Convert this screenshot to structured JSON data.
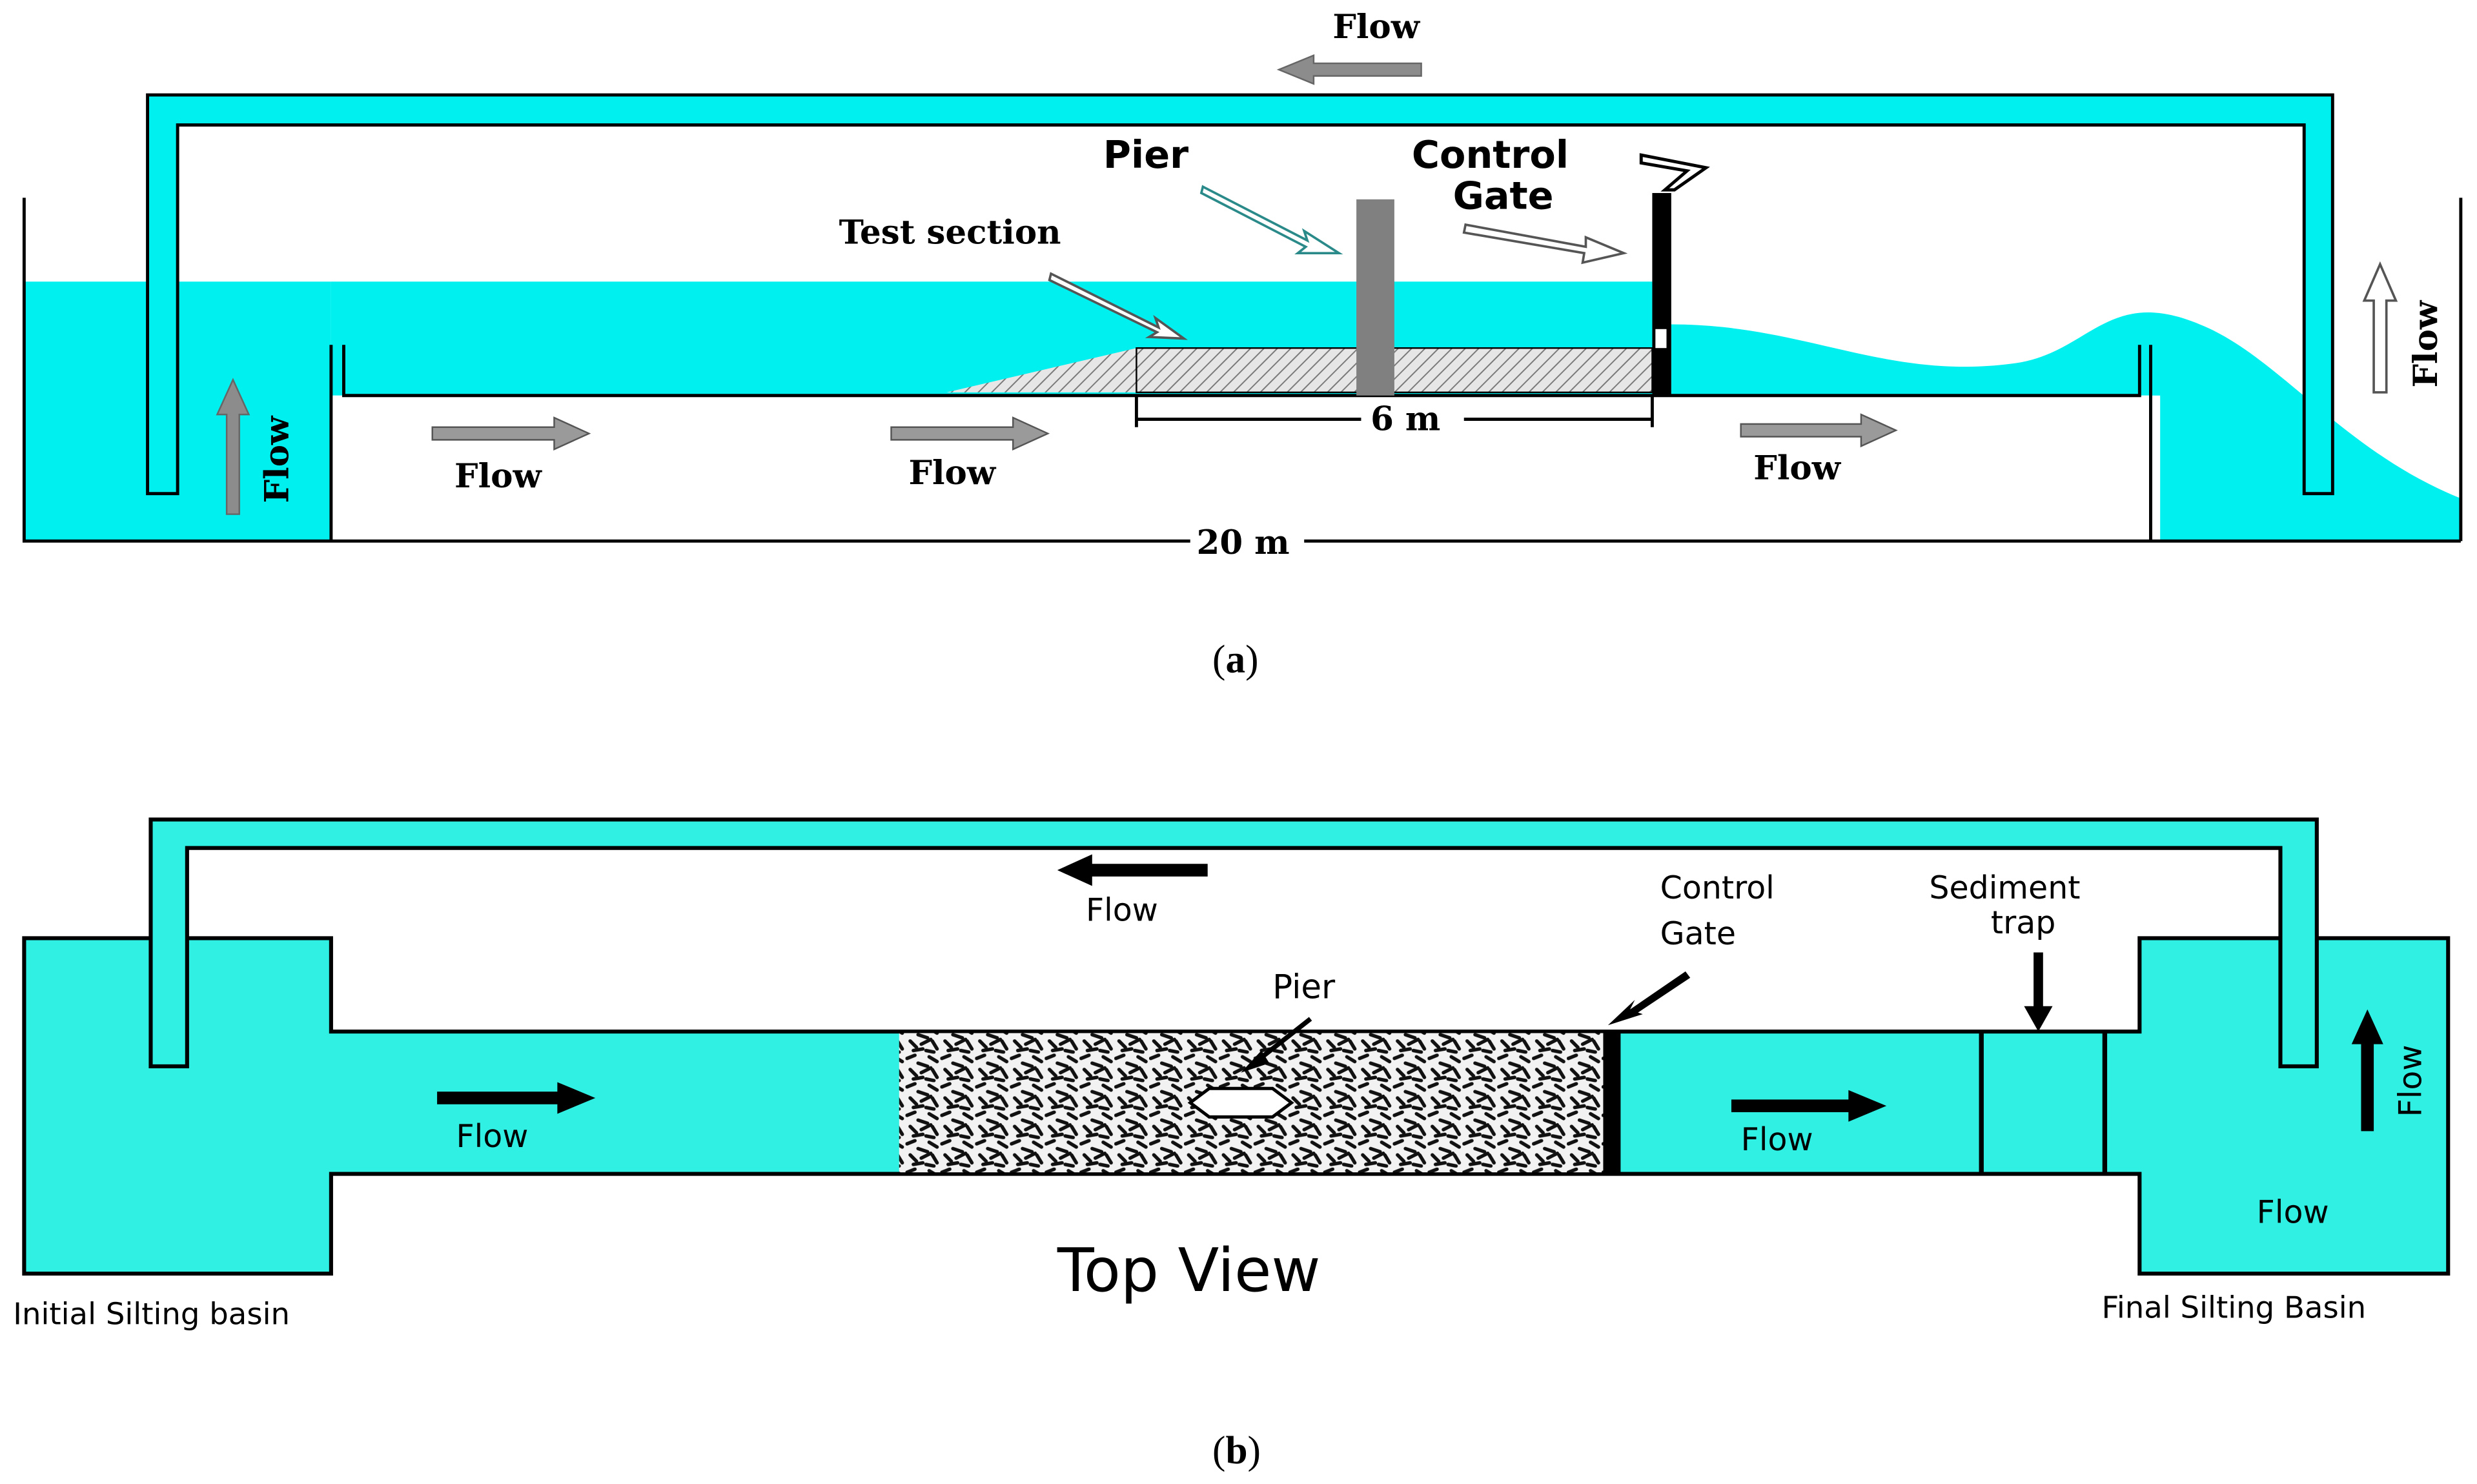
{
  "colors": {
    "water": "#00f0f0",
    "water_b": "#2ff0e2",
    "outline": "#000000",
    "arrow_gray": "#8c8c8c",
    "pier_gray": "#808080"
  },
  "side_view": {
    "flow_top": "Flow",
    "flow_left": "Flow",
    "flow_right": "Flow",
    "flow_channel_1": "Flow",
    "flow_channel_2": "Flow",
    "flow_channel_3": "Flow",
    "pier_label": "Pier",
    "control_gate_line1": "Control",
    "control_gate_line2": "Gate",
    "test_section_label": "Test section",
    "dim_test_section": "6 m",
    "dim_total": "20 m",
    "caption_letter": "a"
  },
  "top_view": {
    "flow_return": "Flow",
    "flow_channel_left": "Flow",
    "flow_channel_right": "Flow",
    "flow_final_vertical": "Flow",
    "flow_final_basin": "Flow",
    "pier_label": "Pier",
    "control_gate_line1": "Control",
    "control_gate_line2": "Gate",
    "sediment_trap_line1": "Sediment",
    "sediment_trap_line2": "trap",
    "title": "Top View",
    "initial_basin_label": "Initial Silting basin",
    "final_basin_label": "Final Silting Basin",
    "caption_letter": "b"
  }
}
